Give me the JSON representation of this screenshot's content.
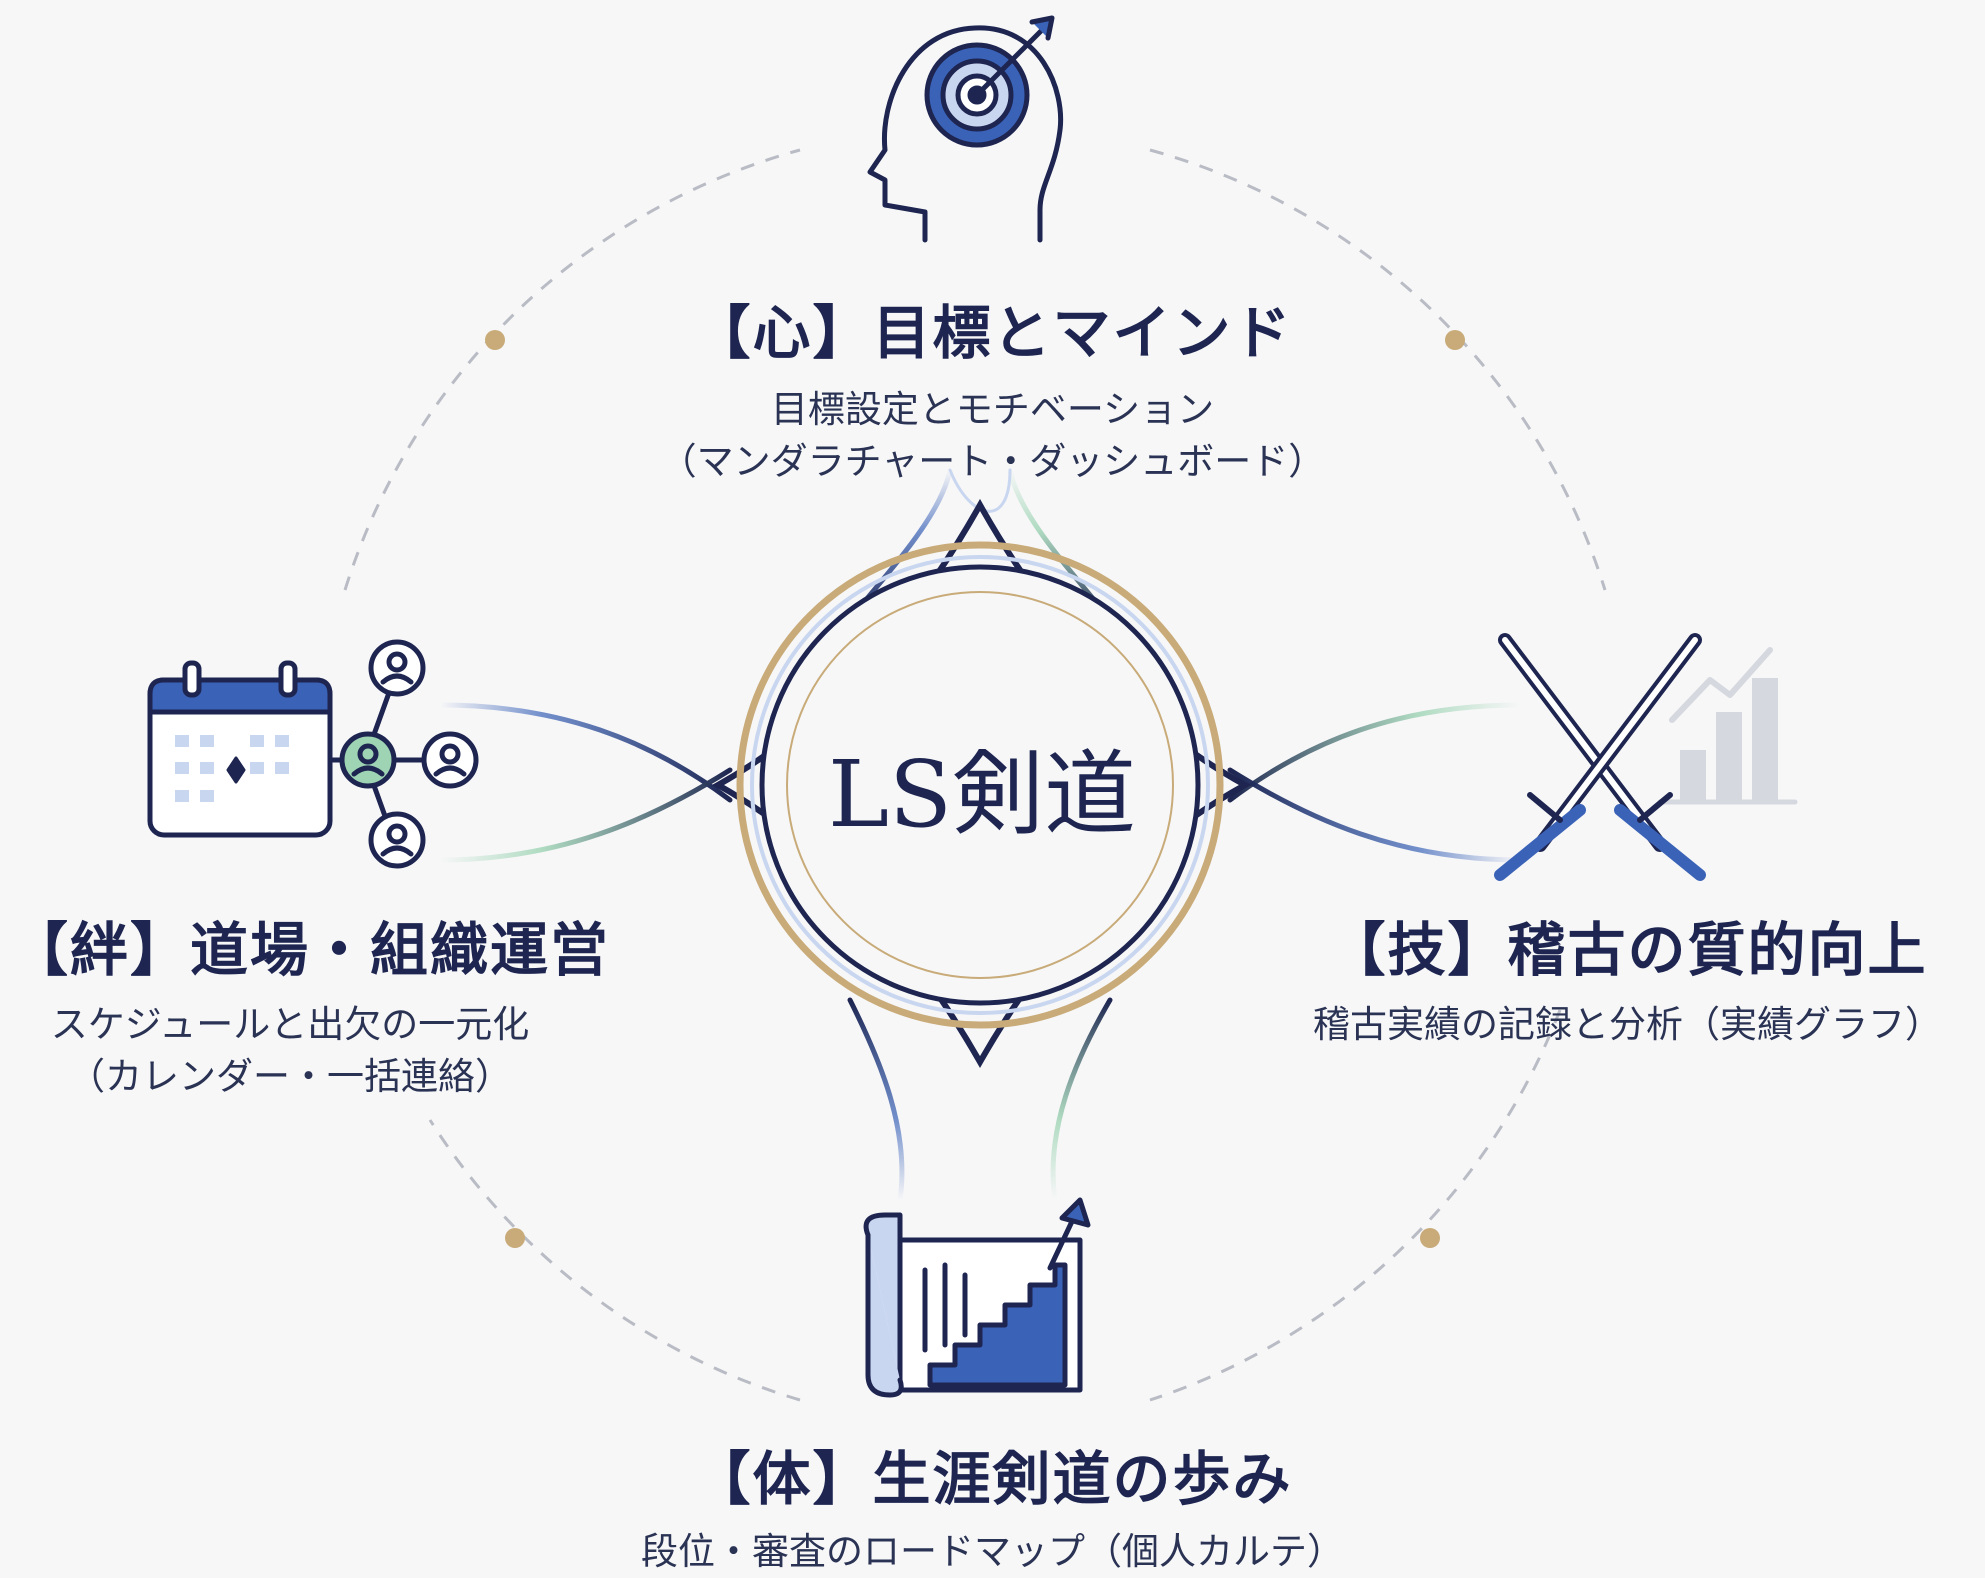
{
  "center": {
    "label": "LS剣道"
  },
  "pillars": {
    "mind": {
      "title": "【心】目標とマインド",
      "line1": "目標設定とモチベーション",
      "line2": "（マンダラチャート・ダッシュボード）",
      "icon": "head-target-icon"
    },
    "technique": {
      "title": "【技】稽古の質的向上",
      "line1": "稽古実績の記録と分析（実績グラフ）",
      "icon": "crossed-swords-chart-icon"
    },
    "body": {
      "title": "【体】生涯剣道の歩み",
      "line1": "段位・審査のロードマップ（個人カルテ）",
      "icon": "scroll-stairs-icon"
    },
    "bond": {
      "title": "【絆】道場・組織運営",
      "line1": "スケジュールと出欠の一元化",
      "line2": "（カレンダー・一括連絡）",
      "icon": "calendar-network-icon"
    }
  },
  "colors": {
    "navy": "#1d2550",
    "blue": "#3a63b8",
    "light_blue": "#c9d6f0",
    "green": "#9ed4b4",
    "gold": "#c8ab78",
    "dash_gray": "#b9bcc4"
  }
}
